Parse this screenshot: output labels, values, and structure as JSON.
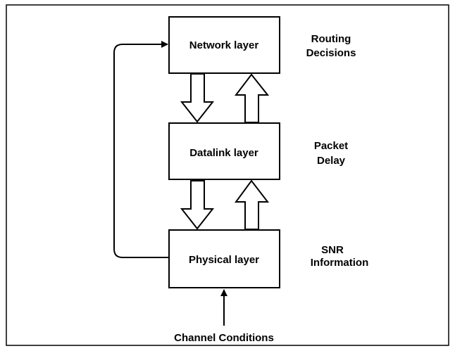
{
  "diagram": {
    "layers": [
      {
        "id": "network",
        "label": "Network layer"
      },
      {
        "id": "datalink",
        "label": "Datalink layer"
      },
      {
        "id": "physical",
        "label": "Physical layer"
      }
    ],
    "side_labels": [
      {
        "for": "network",
        "lines": [
          "Routing",
          "Decisions"
        ]
      },
      {
        "for": "datalink",
        "lines": [
          "Packet",
          "Delay"
        ]
      },
      {
        "for": "physical",
        "lines": [
          "SNR",
          "Information"
        ]
      }
    ],
    "input_label": "Channel Conditions",
    "colors": {
      "stroke": "#000000",
      "fill": "#ffffff",
      "frame": "#000000"
    }
  }
}
